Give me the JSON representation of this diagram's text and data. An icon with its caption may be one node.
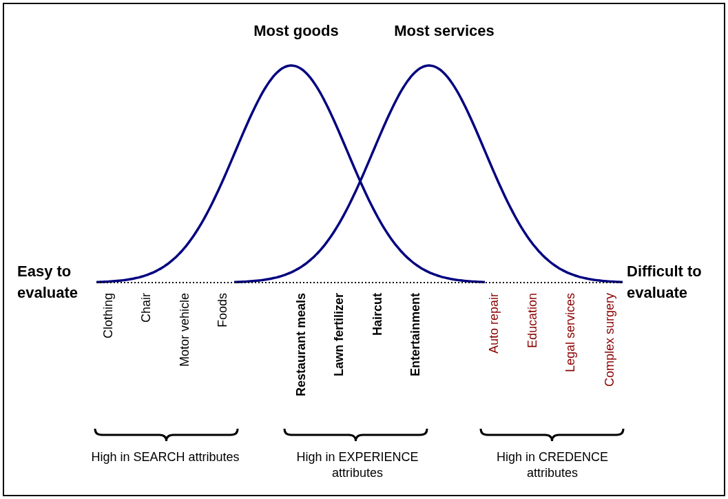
{
  "diagram": {
    "labels": [
      "Most goods",
      "Most services",
      "Easy to evaluate",
      "Difficult to evaluate",
      "Clothing",
      "Chair",
      "Motor vehicle",
      "Foods",
      "Restaurant meals",
      "Lawn fertilizer",
      "Haircut",
      "Entertainment",
      "Auto repair",
      "Education",
      "Legal services",
      "Complex surgery",
      "High in SEARCH attributes",
      "High in EXPERIENCE attributes",
      "High in CREDENCE attributes"
    ]
  }
}
